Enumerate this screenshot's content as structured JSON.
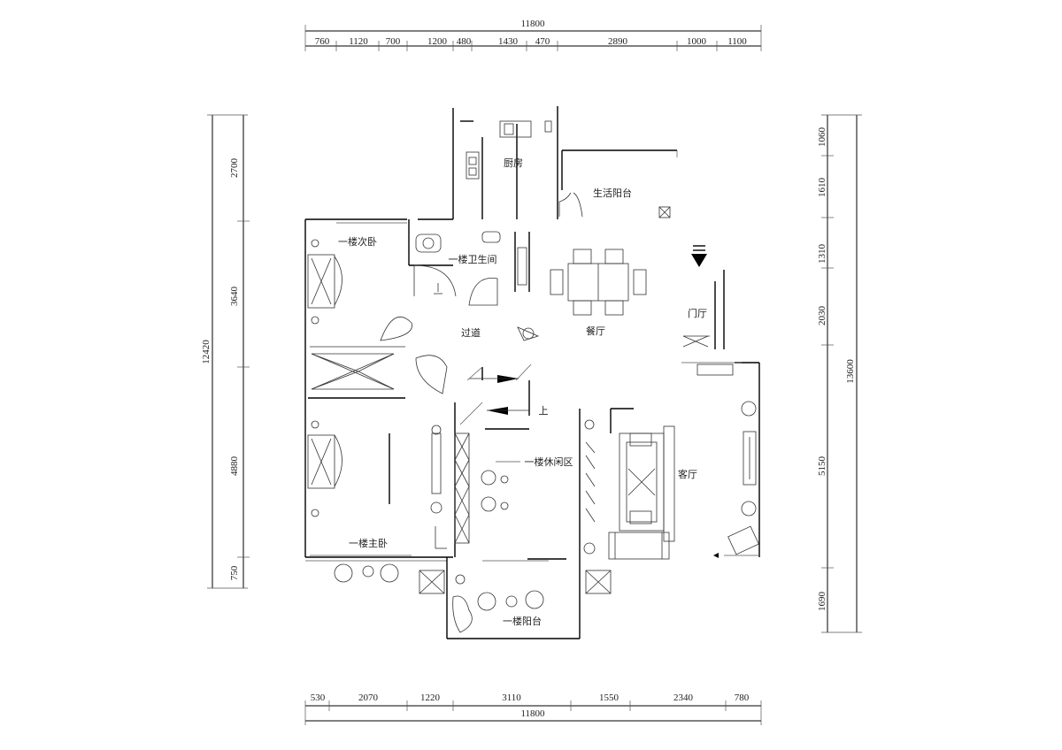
{
  "top_dims": {
    "total": "11800",
    "segments": [
      "760",
      "1120",
      "700",
      "1200",
      "480",
      "1430",
      "470",
      "2890",
      "1000",
      "1100"
    ]
  },
  "bottom_dims": {
    "total": "11800",
    "segments": [
      "530",
      "2070",
      "1220",
      "3110",
      "1550",
      "2340",
      "780"
    ]
  },
  "left_dims": {
    "total": "12420",
    "segments": [
      "2700",
      "3640",
      "4880",
      "750"
    ]
  },
  "right_dims": {
    "total": "13600",
    "segments": [
      "1060",
      "1610",
      "1310",
      "2030",
      "5150",
      "1690"
    ]
  },
  "rooms": {
    "kitchen": "厨房",
    "service_balcony": "生活阳台",
    "bedroom2": "一楼次卧",
    "bathroom": "一楼卫生间",
    "corridor": "过道",
    "dining": "餐厅",
    "foyer": "门厅",
    "stair_up": "上",
    "leisure": "一楼休闲区",
    "living": "客厅",
    "master": "一楼主卧",
    "balcony": "一楼阳台"
  },
  "north_marker": "☰"
}
